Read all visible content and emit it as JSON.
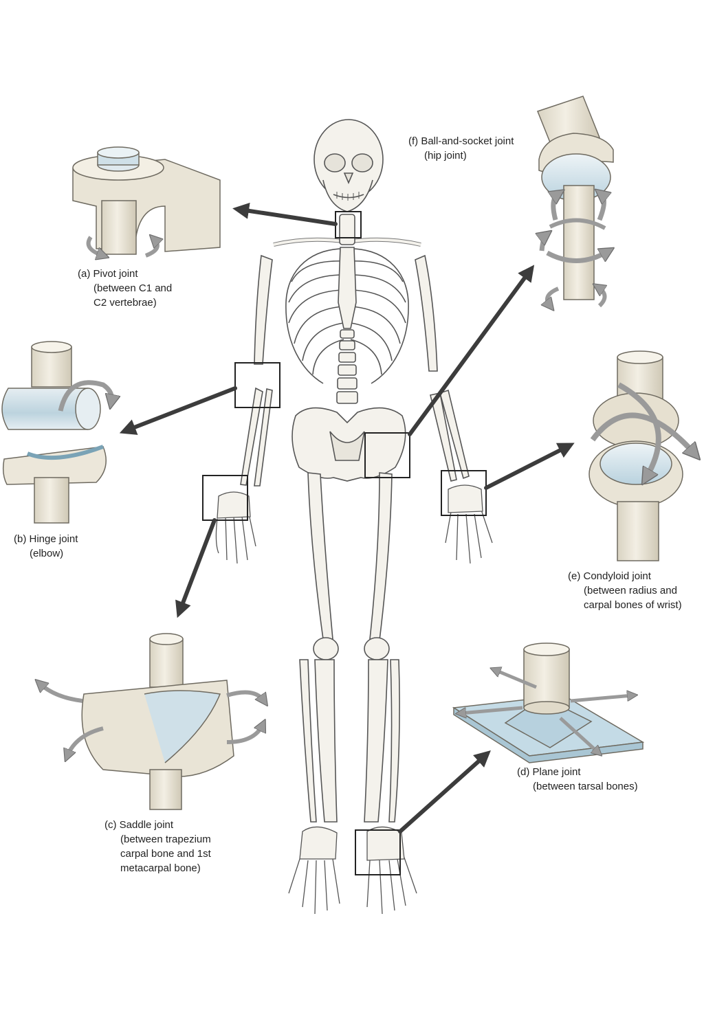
{
  "joints": {
    "a": {
      "lines": [
        "(a) Pivot joint",
        "(between C1 and",
        "C2 vertebrae)"
      ]
    },
    "b": {
      "lines": [
        "(b) Hinge joint",
        "(elbow)"
      ]
    },
    "c": {
      "lines": [
        "(c) Saddle joint",
        "(between trapezium",
        "carpal bone and 1st",
        "metacarpal bone)"
      ]
    },
    "d": {
      "lines": [
        "(d) Plane joint",
        "(between tarsal bones)"
      ]
    },
    "e": {
      "lines": [
        "(e) Condyloid joint",
        "(between radius and",
        "carpal bones of wrist)"
      ]
    },
    "f": {
      "lines": [
        "(f) Ball-and-socket joint",
        "(hip joint)"
      ]
    }
  },
  "colors": {
    "bone": "#eeeae0",
    "bone_stroke": "#6e6a60",
    "cartilage": "#c9dde6",
    "arrow": "#3c3c3c",
    "rotation_arrow": "#9a9a9a"
  }
}
